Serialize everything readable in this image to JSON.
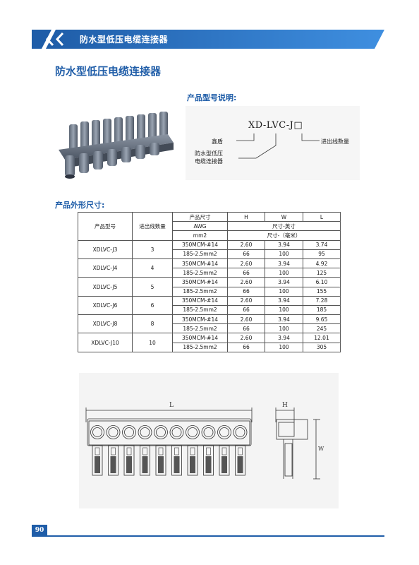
{
  "header": {
    "title": "防水型低压电缆连接器"
  },
  "page_title": "防水型低压电缆连接器",
  "model_section": {
    "label": "产品型号说明:",
    "code": "XD-LVC-J□",
    "brand": "鑫盾",
    "type_line1": "防水型低压",
    "type_line2": "电缆连接器",
    "outlets": "进出线数量"
  },
  "dims_section": {
    "label": "产品外形尺寸:"
  },
  "table": {
    "h_size": "产品尺寸",
    "h_H": "H",
    "h_W": "W",
    "h_L": "L",
    "h_model": "产品型号",
    "h_count": "进出线数量",
    "h_awg": "AWG",
    "h_inch": "尺寸-英寸",
    "h_mm2": "mm2",
    "h_mm": "尺寸-（毫米）",
    "rows": [
      {
        "model": "XDLVC-J3",
        "count": "3",
        "awg": "350MCM-#14",
        "H1": "2.60",
        "W1": "3.94",
        "L1": "3.74",
        "mm2": "185-2.5mm2",
        "H2": "66",
        "W2": "100",
        "L2": "95"
      },
      {
        "model": "XDLVC-J4",
        "count": "4",
        "awg": "350MCM-#14",
        "H1": "2.60",
        "W1": "3.94",
        "L1": "4.92",
        "mm2": "185-2.5mm2",
        "H2": "66",
        "W2": "100",
        "L2": "125"
      },
      {
        "model": "XDLVC-J5",
        "count": "5",
        "awg": "350MCM-#14",
        "H1": "2.60",
        "W1": "3.94",
        "L1": "6.10",
        "mm2": "185-2.5mm2",
        "H2": "66",
        "W2": "100",
        "L2": "155"
      },
      {
        "model": "XDLVC-J6",
        "count": "6",
        "awg": "350MCM-#14",
        "H1": "2.60",
        "W1": "3.94",
        "L1": "7.28",
        "mm2": "185-2.5mm2",
        "H2": "66",
        "W2": "100",
        "L2": "185"
      },
      {
        "model": "XDLVC-J8",
        "count": "8",
        "awg": "350MCM-#14",
        "H1": "2.60",
        "W1": "3.94",
        "L1": "9.65",
        "mm2": "185-2.5mm2",
        "H2": "66",
        "W2": "100",
        "L2": "245"
      },
      {
        "model": "XDLVC-J10",
        "count": "10",
        "awg": "350MCM-#14",
        "H1": "2.60",
        "W1": "3.94",
        "L1": "12.01",
        "mm2": "185-2.5mm2",
        "H2": "66",
        "W2": "100",
        "L2": "305"
      }
    ]
  },
  "drawing": {
    "label_L": "L",
    "label_H": "H",
    "label_W": "W"
  },
  "footer": {
    "page_number": "90"
  },
  "colors": {
    "accent": "#1f5da8",
    "accent_light": "#3b86d6"
  }
}
